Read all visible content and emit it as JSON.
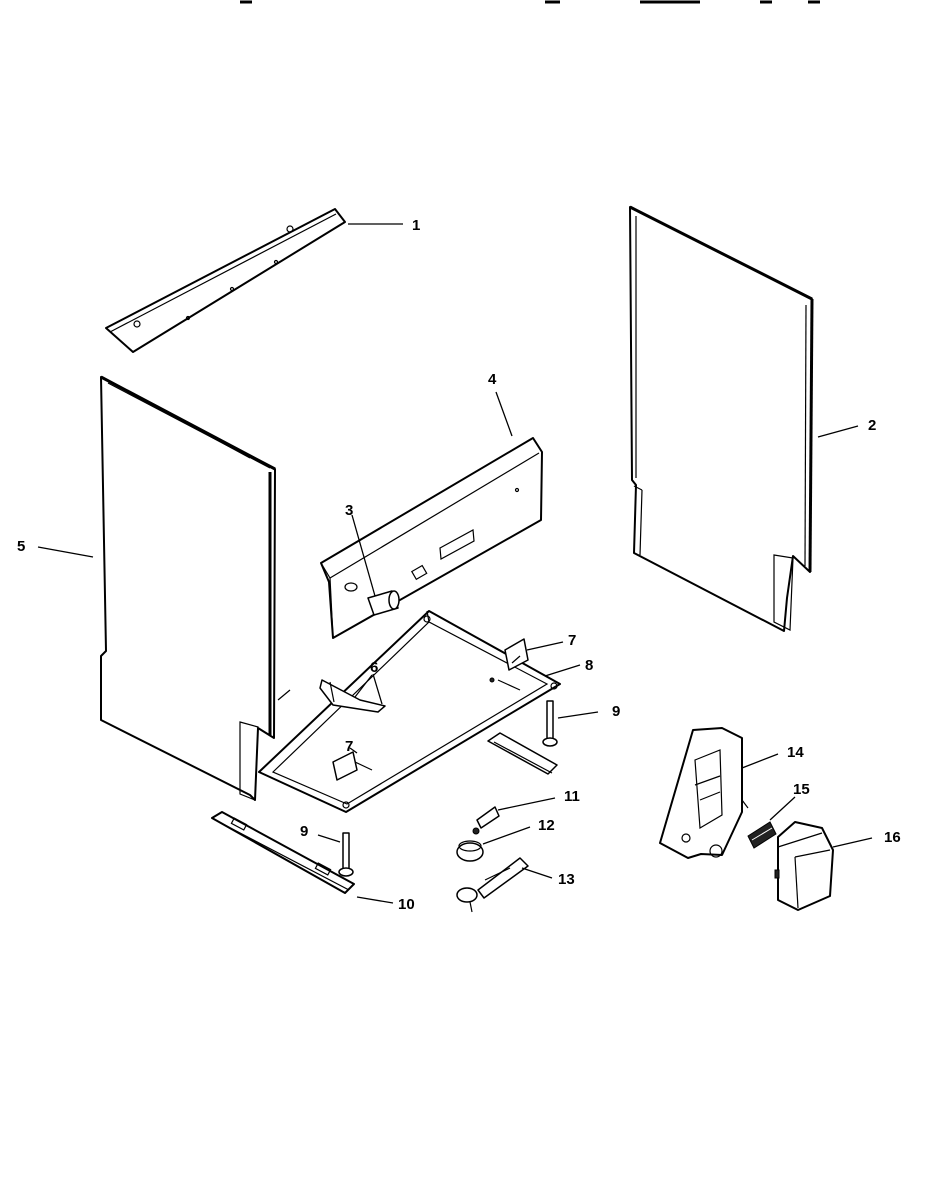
{
  "diagram": {
    "callouts": {
      "c1": "1",
      "c2": "2",
      "c3": "3",
      "c4": "4",
      "c5": "5",
      "c6": "6",
      "c7a": "7",
      "c7b": "7",
      "c8": "8",
      "c9a": "9",
      "c9b": "9",
      "c10": "10",
      "c11": "11",
      "c12": "12",
      "c13": "13",
      "c14": "14",
      "c15": "15",
      "c16": "16"
    }
  }
}
